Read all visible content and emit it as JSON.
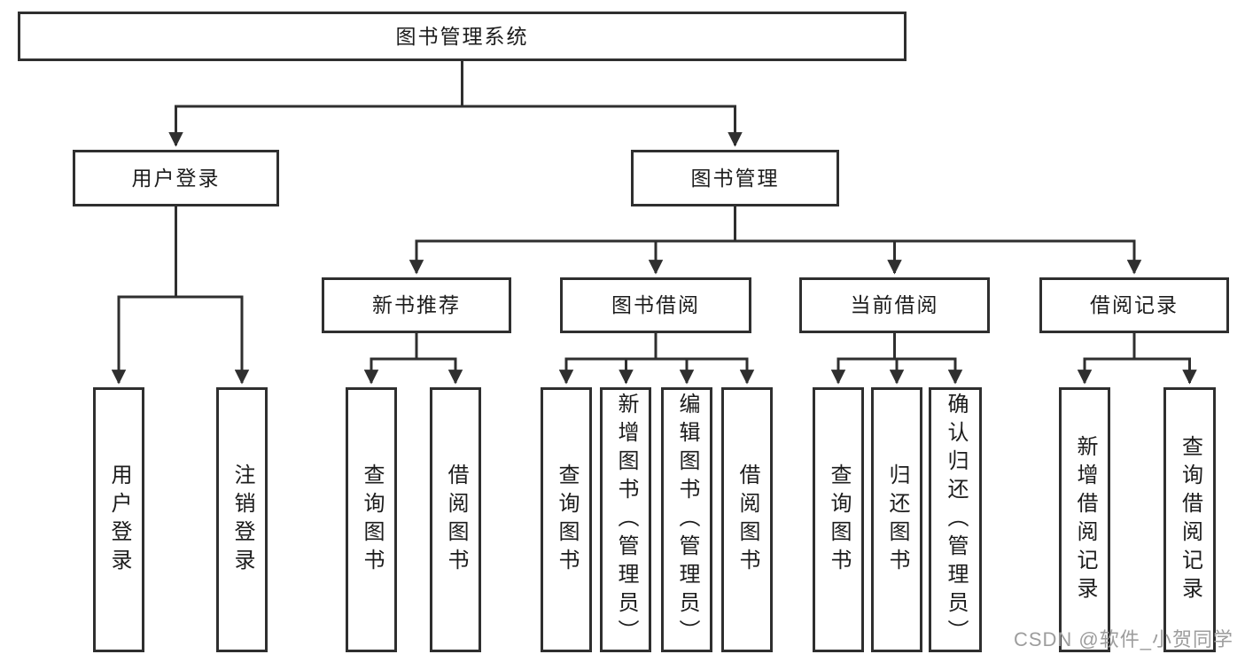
{
  "diagram": {
    "title": "图书管理系统",
    "branches": [
      {
        "label": "用户登录",
        "children": [
          {
            "label": "用户登录"
          },
          {
            "label": "注销登录"
          }
        ]
      },
      {
        "label": "图书管理",
        "children": [
          {
            "label": "新书推荐",
            "children": [
              {
                "label": "查询图书"
              },
              {
                "label": "借阅图书"
              }
            ]
          },
          {
            "label": "图书借阅",
            "children": [
              {
                "label": "查询图书"
              },
              {
                "label": "新增图书（管理员）"
              },
              {
                "label": "编辑图书（管理员）"
              },
              {
                "label": "借阅图书"
              }
            ]
          },
          {
            "label": "当前借阅",
            "children": [
              {
                "label": "查询图书"
              },
              {
                "label": "归还图书"
              },
              {
                "label": "确认归还（管理员）"
              }
            ]
          },
          {
            "label": "借阅记录",
            "children": [
              {
                "label": "新增借阅记录"
              },
              {
                "label": "查询借阅记录"
              }
            ]
          }
        ]
      }
    ]
  },
  "watermark": {
    "text": "CSDN @软件_小贺同学"
  },
  "colors": {
    "line": "#2f2f2f",
    "text": "#1c1c1c",
    "watermark": "#9d9d9d",
    "background": "#ffffff"
  }
}
